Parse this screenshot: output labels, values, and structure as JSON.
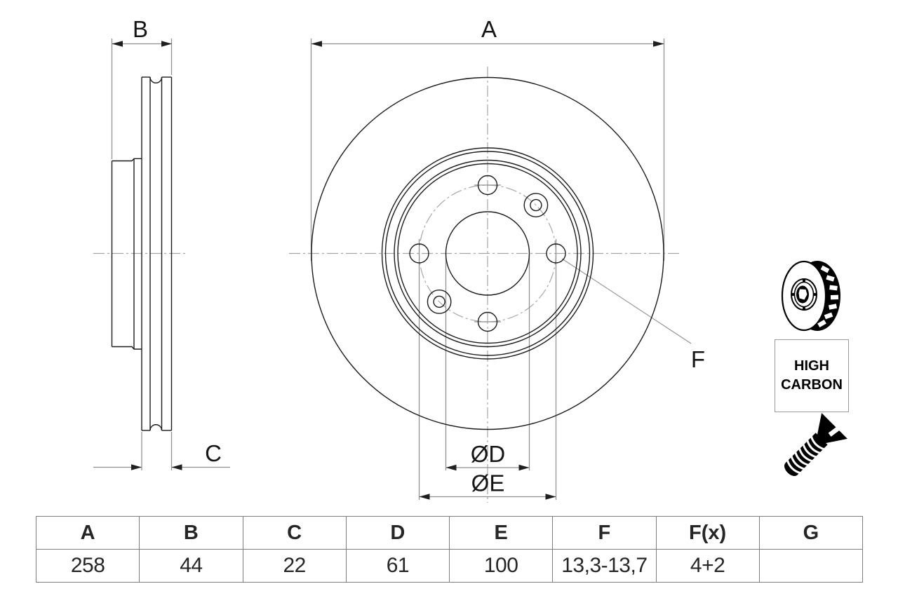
{
  "drawing": {
    "labels": {
      "a": "A",
      "b": "B",
      "c": "C",
      "d": "ØD",
      "e": "ØE",
      "f": "F"
    }
  },
  "material_badge": {
    "line1": "HIGH",
    "line2": "CARBON"
  },
  "spec_table": {
    "headers": [
      "A",
      "B",
      "C",
      "D",
      "E",
      "F",
      "F(x)",
      "G"
    ],
    "values": [
      "258",
      "44",
      "22",
      "61",
      "100",
      "13,3-13,7",
      "4+2",
      ""
    ]
  },
  "colors": {
    "background": "#ffffff",
    "outline": "#1c1c1c",
    "dimension_lines": "#8f8f8f",
    "centerlines": "#a6a6a6",
    "table_border": "#7d7d7d",
    "text": "#262626"
  }
}
